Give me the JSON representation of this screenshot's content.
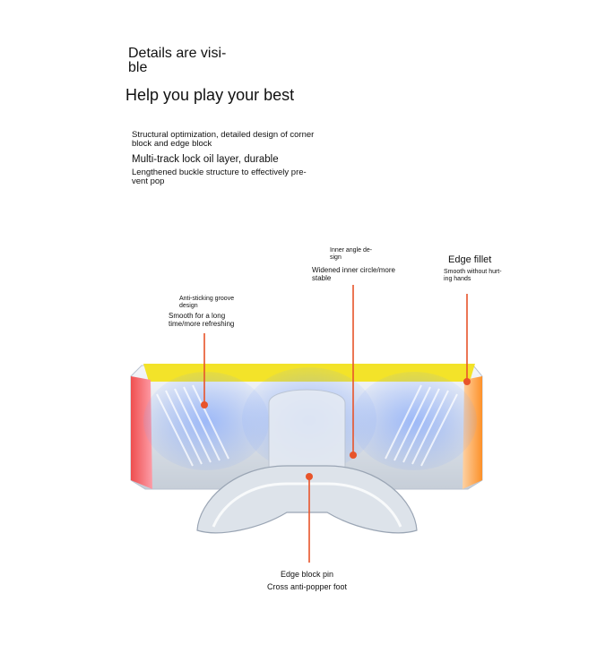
{
  "heading": {
    "line1": "Details are visi-\nble",
    "line2": "Help you play your best"
  },
  "features": {
    "f1": "Structural optimization, detailed design of corner block and edge block",
    "f2": "Multi-track lock oil layer, durable",
    "f3": "Lengthened buckle structure to effectively pre-vent pop"
  },
  "callouts": {
    "anti_sticking_title": "Anti-sticking groove design",
    "anti_sticking_desc": "Smooth for a long time/more refreshing",
    "inner_angle_title": "Inner angle de-sign",
    "inner_angle_desc": "Widened inner circle/more stable",
    "edge_fillet_title": "Edge fillet",
    "edge_fillet_desc": "Smooth without hurt-ing hands",
    "edge_block_pin": "Edge block pin",
    "cross_foot": "Cross anti-popper foot"
  },
  "colors": {
    "accent_line": "#e8542a",
    "yellow": "#f2e21d",
    "red": "#f04747",
    "orange": "#ff9a2a",
    "blue_tint": "#7aa2ff",
    "clear_plastic": "#d7dde6"
  }
}
